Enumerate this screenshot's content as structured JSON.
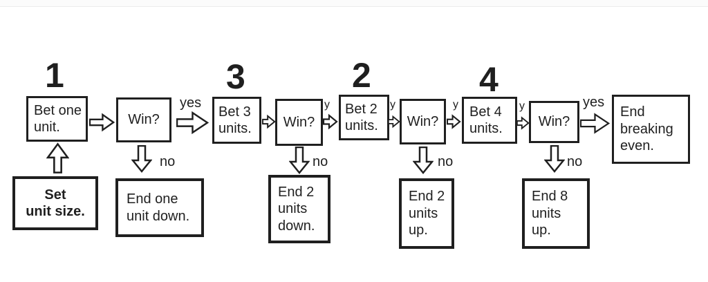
{
  "numbers": {
    "n1": "1",
    "n3": "3",
    "n2": "2",
    "n4": "4"
  },
  "boxes": {
    "bet_one": "Bet one\nunit.",
    "win1": "Win?",
    "bet_three": "Bet 3\nunits.",
    "win2": "Win?",
    "bet_two": "Bet 2\nunits.",
    "win3": "Win?",
    "bet_four": "Bet 4\nunits.",
    "win4": "Win?",
    "end_breaking_even": "End\nbreaking\neven.",
    "set_unit_size": "Set\nunit size.",
    "end_one_unit_down": "End one\nunit down.",
    "end_2_units_down": "End 2\nunits\ndown.",
    "end_2_units_up": "End 2\nunits\nup.",
    "end_8_units_up": "End 8\nunits\nup."
  },
  "edge_labels": {
    "yes1": "yes",
    "no1": "no",
    "y1": "y",
    "no2": "no",
    "y2": "y",
    "y3": "y",
    "no3": "no",
    "y4": "y",
    "yes4": "yes",
    "no4": "no"
  },
  "colors": {
    "ink": "#1f1f1f",
    "background": "#ffffff"
  }
}
